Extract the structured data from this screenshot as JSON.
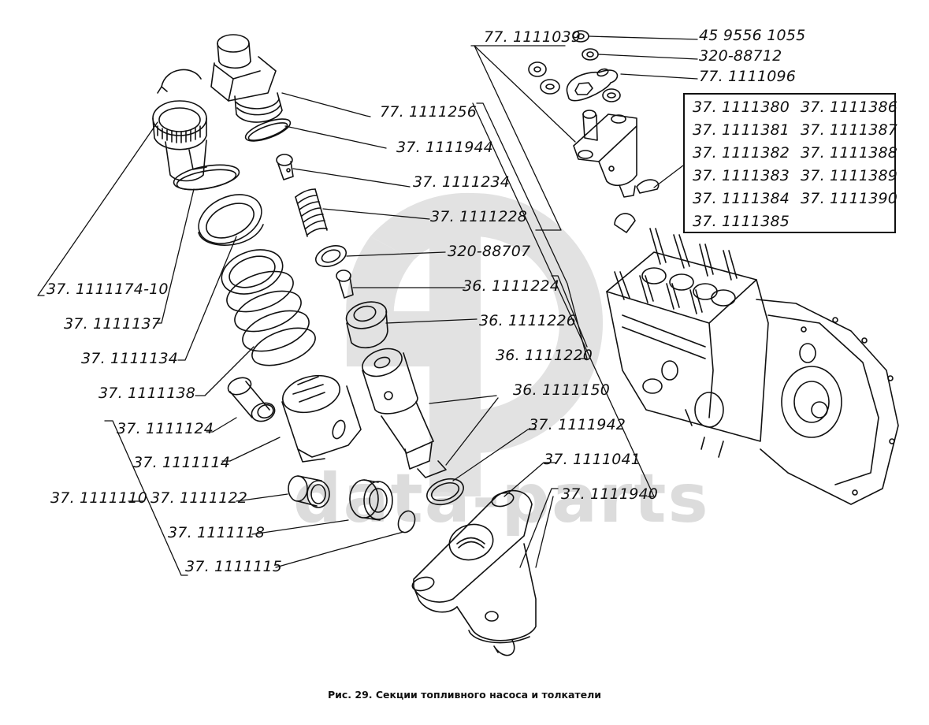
{
  "figure": {
    "caption": "Рис. 29. Секции топливного насоса и толкатели",
    "watermark_text": "data-parts",
    "colors": {
      "line": "#111111",
      "watermark": "#dcdcdc",
      "background": "#ffffff"
    }
  },
  "callouts": {
    "top_right": [
      {
        "id": "c01",
        "label": "77. 1111039"
      },
      {
        "id": "c02",
        "label": "45 9556 1055"
      },
      {
        "id": "c03",
        "label": "320-88712"
      },
      {
        "id": "c04",
        "label": "77. 1111096"
      }
    ],
    "box_group": {
      "col1": [
        "37. 1111380",
        "37. 1111381",
        "37. 1111382",
        "37. 1111383",
        "37. 1111384",
        "37. 1111385"
      ],
      "col2": [
        "37. 1111386",
        "37. 1111387",
        "37. 1111388",
        "37. 1111389",
        "37. 1111390"
      ]
    },
    "center_column": [
      {
        "id": "c05",
        "label": "77. 1111256"
      },
      {
        "id": "c06",
        "label": "37. 1111944"
      },
      {
        "id": "c07",
        "label": "37. 1111234"
      },
      {
        "id": "c08",
        "label": "37. 1111228"
      },
      {
        "id": "c09",
        "label": "320-88707"
      },
      {
        "id": "c10",
        "label": "36. 1111224"
      },
      {
        "id": "c11",
        "label": "36. 1111226"
      },
      {
        "id": "c12",
        "label": "36. 1111220"
      },
      {
        "id": "c13",
        "label": "36. 1111150"
      },
      {
        "id": "c14",
        "label": "37. 1111942"
      },
      {
        "id": "c15",
        "label": "37. 1111041"
      },
      {
        "id": "c16",
        "label": "37. 1111940"
      }
    ],
    "left_column": [
      {
        "id": "c17",
        "label": "37. 1111174-10"
      },
      {
        "id": "c18",
        "label": "37. 1111137"
      },
      {
        "id": "c19",
        "label": "37. 1111134"
      },
      {
        "id": "c20",
        "label": "37. 1111138"
      },
      {
        "id": "c21",
        "label": "37. 1111124"
      },
      {
        "id": "c22",
        "label": "37. 1111114"
      },
      {
        "id": "c23",
        "label": "37. 1111110"
      },
      {
        "id": "c24",
        "label": "37. 1111122"
      },
      {
        "id": "c25",
        "label": "37. 1111118"
      },
      {
        "id": "c26",
        "label": "37. 1111115"
      }
    ]
  }
}
